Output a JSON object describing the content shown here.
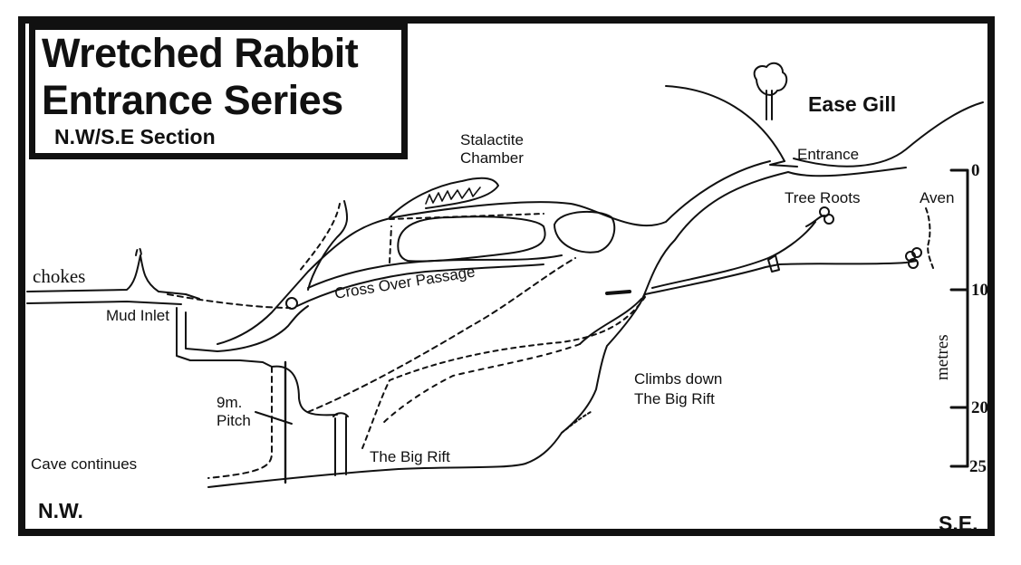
{
  "title": {
    "line1": "Wretched Rabbit",
    "line2": "Entrance Series",
    "subtitle": "N.W/S.E Section"
  },
  "labels": {
    "ease_gill": "Ease Gill",
    "entrance": "Entrance",
    "stalactite_chamber_1": "Stalactite",
    "stalactite_chamber_2": "Chamber",
    "tree_roots": "Tree Roots",
    "aven": "Aven",
    "chokes": "chokes",
    "mud_inlet": "Mud Inlet",
    "cross_over_passage": "Cross Over Passage",
    "pitch_1": "9m.",
    "pitch_2": "Pitch",
    "climbs_1": "Climbs down",
    "climbs_2": "The Big Rift",
    "big_rift": "The Big Rift",
    "cave_continues": "Cave continues"
  },
  "orientation": {
    "left": "N.W.",
    "right": "S.E."
  },
  "scale": {
    "unit": "metres",
    "ticks": [
      "0",
      "10",
      "20",
      "25"
    ]
  }
}
